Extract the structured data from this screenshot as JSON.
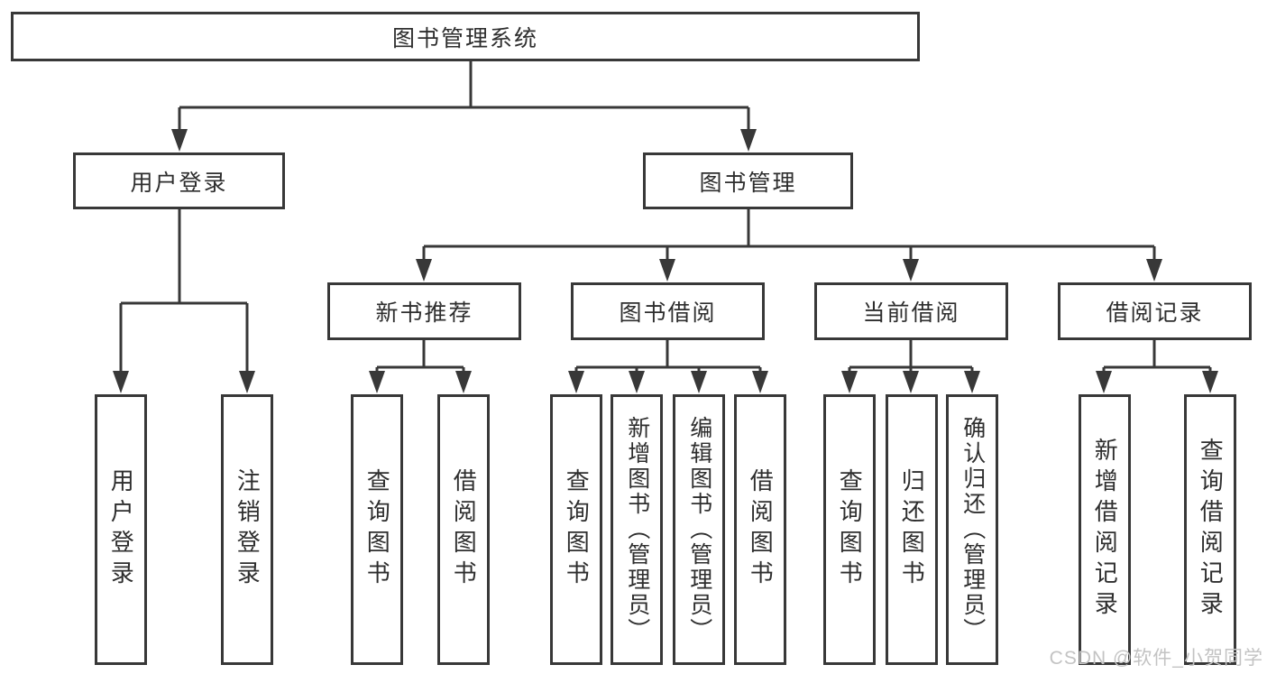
{
  "tree": {
    "root": {
      "label": "图书管理系统"
    },
    "branches": [
      {
        "label": "用户登录",
        "children": [
          {
            "label": "用户登录"
          },
          {
            "label": "注销登录"
          }
        ]
      },
      {
        "label": "图书管理",
        "children": [
          {
            "label": "新书推荐",
            "children": [
              {
                "label": "查询图书"
              },
              {
                "label": "借阅图书"
              }
            ]
          },
          {
            "label": "图书借阅",
            "children": [
              {
                "label": "查询图书"
              },
              {
                "label": "新增图书（管理员）"
              },
              {
                "label": "编辑图书（管理员）"
              },
              {
                "label": "借阅图书"
              }
            ]
          },
          {
            "label": "当前借阅",
            "children": [
              {
                "label": "查询图书"
              },
              {
                "label": "归还图书"
              },
              {
                "label": "确认归还（管理员）"
              }
            ]
          },
          {
            "label": "借阅记录",
            "children": [
              {
                "label": "新增借阅记录"
              },
              {
                "label": "查询借阅记录"
              }
            ]
          }
        ]
      }
    ]
  },
  "watermark": "CSDN @软件_小贺同学",
  "colors": {
    "line": "#383838",
    "box_border": "#383838",
    "text": "#2e2e2e",
    "watermark": "#c3c3c3",
    "background": "#ffffff"
  }
}
